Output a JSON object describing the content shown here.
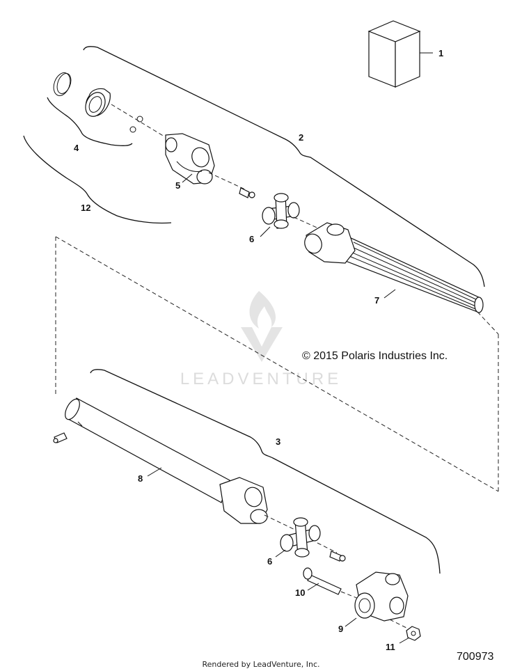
{
  "callouts": [
    {
      "id": "1",
      "label": "1"
    },
    {
      "id": "2",
      "label": "2"
    },
    {
      "id": "3",
      "label": "3"
    },
    {
      "id": "4",
      "label": "4"
    },
    {
      "id": "5",
      "label": "5"
    },
    {
      "id": "6a",
      "label": "6"
    },
    {
      "id": "6b",
      "label": "6"
    },
    {
      "id": "7",
      "label": "7"
    },
    {
      "id": "8",
      "label": "8"
    },
    {
      "id": "9",
      "label": "9"
    },
    {
      "id": "10",
      "label": "10"
    },
    {
      "id": "11",
      "label": "11"
    },
    {
      "id": "12",
      "label": "12"
    }
  ],
  "copyright": "© 2015 Polaris Industries Inc.",
  "watermark": "LEADVENTURE",
  "document_number": "700973",
  "footer": "Rendered by LeadVenture, Inc."
}
